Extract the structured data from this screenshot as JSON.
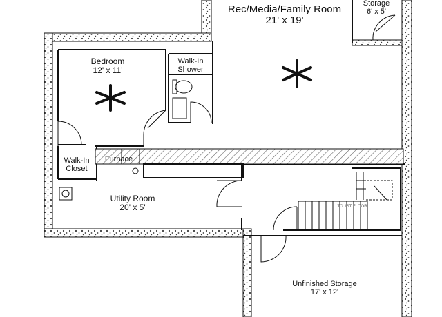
{
  "floor_plan": {
    "rooms": {
      "rec": {
        "name": "Rec/Media/Family Room",
        "size": "21' x 19'"
      },
      "storage": {
        "name": "Storage",
        "size": "6' x 5'"
      },
      "bedroom": {
        "name": "Bedroom",
        "size": "12' x 11'"
      },
      "shower": {
        "name_line1": "Walk-In",
        "name_line2": "Shower"
      },
      "closet": {
        "name_line1": "Walk-In",
        "name_line2": "Closet"
      },
      "furnace": {
        "name": "Furnace"
      },
      "utility": {
        "name": "Utility Room",
        "size": "20' x 5'"
      },
      "unfinished": {
        "name": "Unfinished Storage",
        "size": "17' x 12'"
      }
    },
    "stair_label": "TO 1ST FLOOR",
    "colors": {
      "line": "#111111",
      "hatch": "#666666",
      "gravel": "#3a3a3a"
    }
  }
}
